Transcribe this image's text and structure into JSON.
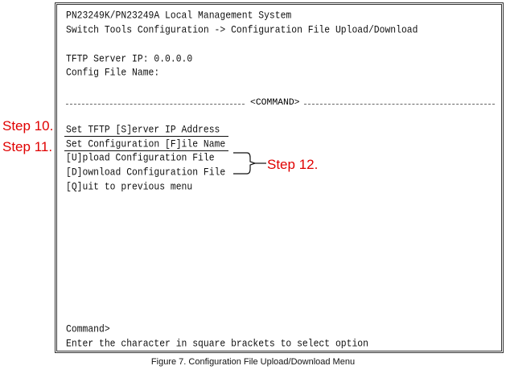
{
  "terminal": {
    "title": "PN23249K/PN23249A Local Management System",
    "breadcrumb": "Switch Tools Configuration -> Configuration File Upload/Download",
    "tftp_server_ip": "TFTP Server IP: 0.0.0.0",
    "config_file_name": "Config File Name:",
    "command_header": "<COMMAND>",
    "menu": [
      "Set TFTP [S]erver IP Address",
      "Set Configuration [F]ile Name",
      "[U]pload Configuration File",
      "[D]ownload Configuration File",
      "[Q]uit to previous menu"
    ],
    "prompt": "Command>",
    "hint": "Enter the character in square brackets to select option"
  },
  "annotations": {
    "step10": "Step 10.",
    "step11": "Step 11.",
    "step12": "Step 12."
  },
  "caption": "Figure 7. Configuration File Upload/Download Menu",
  "colors": {
    "annotation": "#e00000"
  }
}
